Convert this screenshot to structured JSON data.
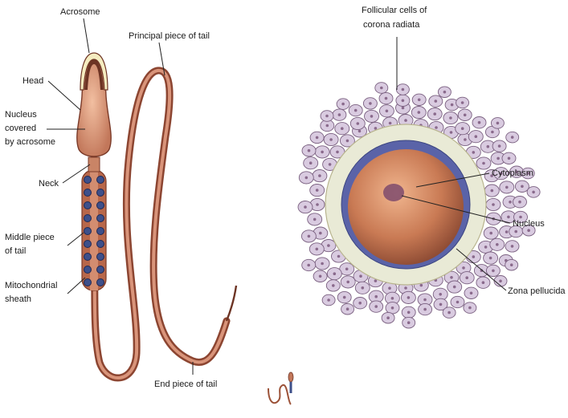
{
  "sperm": {
    "labels": {
      "acrosome": "Acrosome",
      "head": "Head",
      "nucleus_1": "Nucleus",
      "nucleus_2": "covered",
      "nucleus_3": "by acrosome",
      "neck": "Neck",
      "middle_1": "Middle piece",
      "middle_2": "of tail",
      "mito_1": "Mitochondrial",
      "mito_2": "sheath",
      "principal": "Principal piece of tail",
      "end": "End piece of tail"
    }
  },
  "oocyte": {
    "labels": {
      "follicular_1": "Follicular cells of",
      "follicular_2": "corona radiata",
      "cytoplasm": "Cytoplasm",
      "nucleus": "Nucleus",
      "zona": "Zona pellucida"
    }
  },
  "colors": {
    "sperm_fill": "#b8674a",
    "sperm_light": "#e6a98a",
    "mitochondria": "#3d4f8a",
    "zona": "#e9ead6",
    "ooplasm": "#c97a54",
    "follicle_cell": "#d9cbe0",
    "follicle_nucleus": "#8a6a8c"
  }
}
